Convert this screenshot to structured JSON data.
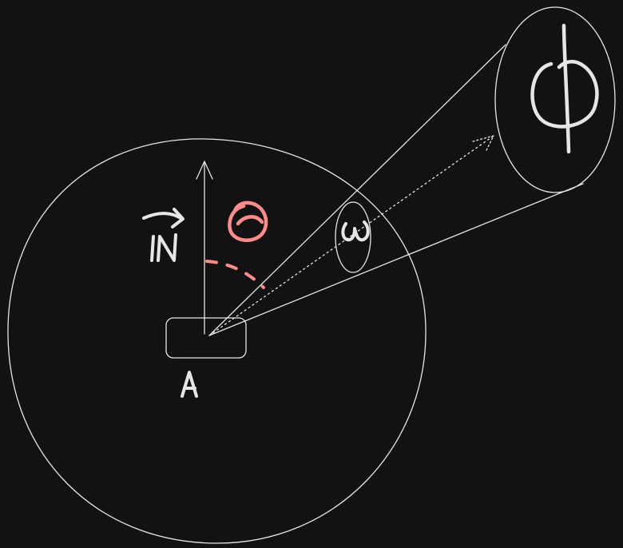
{
  "colors": {
    "background": "#121212",
    "ink": "#e6e6e6",
    "accent": "#ff8a8a"
  },
  "labels": {
    "point": "A",
    "vector": "N",
    "angle": "θ",
    "solid_angle": "ω",
    "flux": "ϕ"
  }
}
